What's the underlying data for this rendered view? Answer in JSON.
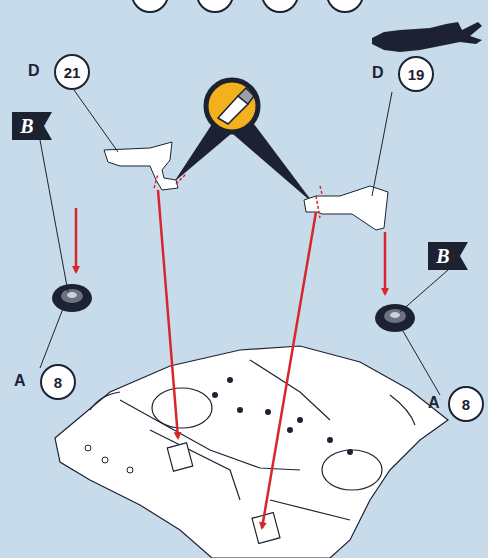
{
  "diagram": {
    "nodes": [
      {
        "text": [
          "D",
          "21"
        ]
      },
      {
        "text": [
          "D",
          "19"
        ]
      },
      {
        "text": [
          "B"
        ]
      },
      {
        "text": [
          "B"
        ]
      },
      {
        "text": [
          "A",
          "8"
        ]
      },
      {
        "text": [
          "A",
          "8"
        ]
      }
    ]
  }
}
